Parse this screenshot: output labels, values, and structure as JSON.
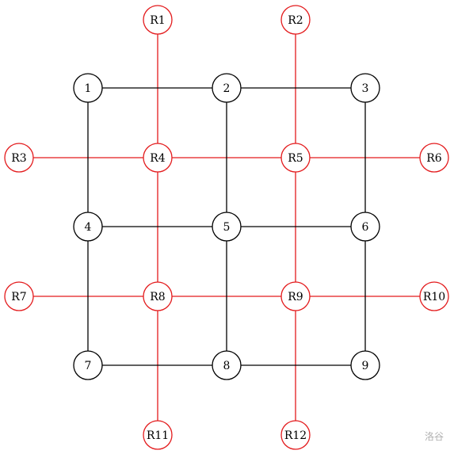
{
  "colors": {
    "black": "#000000",
    "red": "#e31a1c",
    "background": "#ffffff"
  },
  "black_nodes": [
    {
      "id": "1",
      "label": "1"
    },
    {
      "id": "2",
      "label": "2"
    },
    {
      "id": "3",
      "label": "3"
    },
    {
      "id": "4",
      "label": "4"
    },
    {
      "id": "5",
      "label": "5"
    },
    {
      "id": "6",
      "label": "6"
    },
    {
      "id": "7",
      "label": "7"
    },
    {
      "id": "8",
      "label": "8"
    },
    {
      "id": "9",
      "label": "9"
    }
  ],
  "red_nodes": [
    {
      "id": "R1",
      "label": "R1"
    },
    {
      "id": "R2",
      "label": "R2"
    },
    {
      "id": "R3",
      "label": "R3"
    },
    {
      "id": "R4",
      "label": "R4"
    },
    {
      "id": "R5",
      "label": "R5"
    },
    {
      "id": "R6",
      "label": "R6"
    },
    {
      "id": "R7",
      "label": "R7"
    },
    {
      "id": "R8",
      "label": "R8"
    },
    {
      "id": "R9",
      "label": "R9"
    },
    {
      "id": "R10",
      "label": "R10"
    },
    {
      "id": "R11",
      "label": "R11"
    },
    {
      "id": "R12",
      "label": "R12"
    }
  ],
  "black_edges": [
    [
      "1",
      "2"
    ],
    [
      "2",
      "3"
    ],
    [
      "4",
      "5"
    ],
    [
      "5",
      "6"
    ],
    [
      "7",
      "8"
    ],
    [
      "8",
      "9"
    ],
    [
      "1",
      "4"
    ],
    [
      "4",
      "7"
    ],
    [
      "2",
      "5"
    ],
    [
      "5",
      "8"
    ],
    [
      "3",
      "6"
    ],
    [
      "6",
      "9"
    ]
  ],
  "red_edges": [
    [
      "R3",
      "R4"
    ],
    [
      "R4",
      "R5"
    ],
    [
      "R5",
      "R6"
    ],
    [
      "R7",
      "R8"
    ],
    [
      "R8",
      "R9"
    ],
    [
      "R9",
      "R10"
    ],
    [
      "R1",
      "R4"
    ],
    [
      "R4",
      "R8"
    ],
    [
      "R8",
      "R11"
    ],
    [
      "R2",
      "R5"
    ],
    [
      "R5",
      "R9"
    ],
    [
      "R9",
      "R12"
    ]
  ],
  "watermark": "洛谷"
}
